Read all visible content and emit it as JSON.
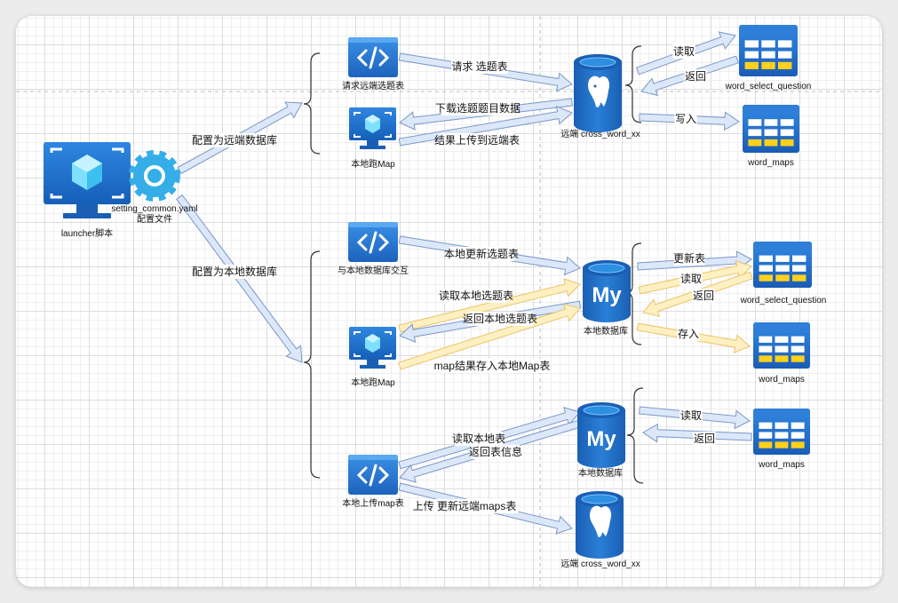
{
  "nodes": {
    "launcher": "launcher脚本",
    "setting": "setting_common.yaml",
    "setting_sub": "配置文件",
    "remote_select_req": "请求远端选题表",
    "local_map_remote": "本地跑Map",
    "remote_db_top": "远端 cross_word_xx",
    "wsq_top": "word_select_question",
    "word_maps_top": "word_maps",
    "local_interact": "与本地数据库交互",
    "local_map_local": "本地跑Map",
    "local_db_1": "本地数据库",
    "wsq_mid": "word_select_question",
    "word_maps_mid": "word_maps",
    "local_db_2": "本地数据库",
    "word_maps_low": "word_maps",
    "local_upload": "本地上传map表",
    "remote_db_bottom": "远端 cross_word_xx"
  },
  "edges": {
    "cfg_remote": "配置为远端数据库",
    "cfg_local": "配置为本地数据库",
    "req_select": "请求 选题表",
    "download_q": "下载选题题目数据",
    "upload_result": "结果上传到远端表",
    "read_top": "读取",
    "return_top": "返回",
    "write_top": "写入",
    "update_local": "本地更新选题表",
    "read_local_sel": "读取本地选题表",
    "return_local_sel": "返回本地选题表",
    "map_store": "map结果存入本地Map表",
    "update_tbl": "更新表",
    "read_mid": "读取",
    "return_mid": "返回",
    "store_mid": "存入",
    "read_local_tbl": "读取本地表",
    "return_tbl_info": "返回表信息",
    "read_low": "读取",
    "return_low": "返回",
    "upload_remote_maps": "上传 更新远端maps表"
  },
  "colors": {
    "blue_dark": "#1565c0",
    "blue_mid": "#2f7fd8",
    "cyan": "#35aee8",
    "yellow": "#ffd11a",
    "arrow_blue": "#dce8f9",
    "arrow_blue_stroke": "#7b97c7",
    "arrow_yellow": "#fff0c2",
    "arrow_yellow_stroke": "#e8c46a"
  }
}
